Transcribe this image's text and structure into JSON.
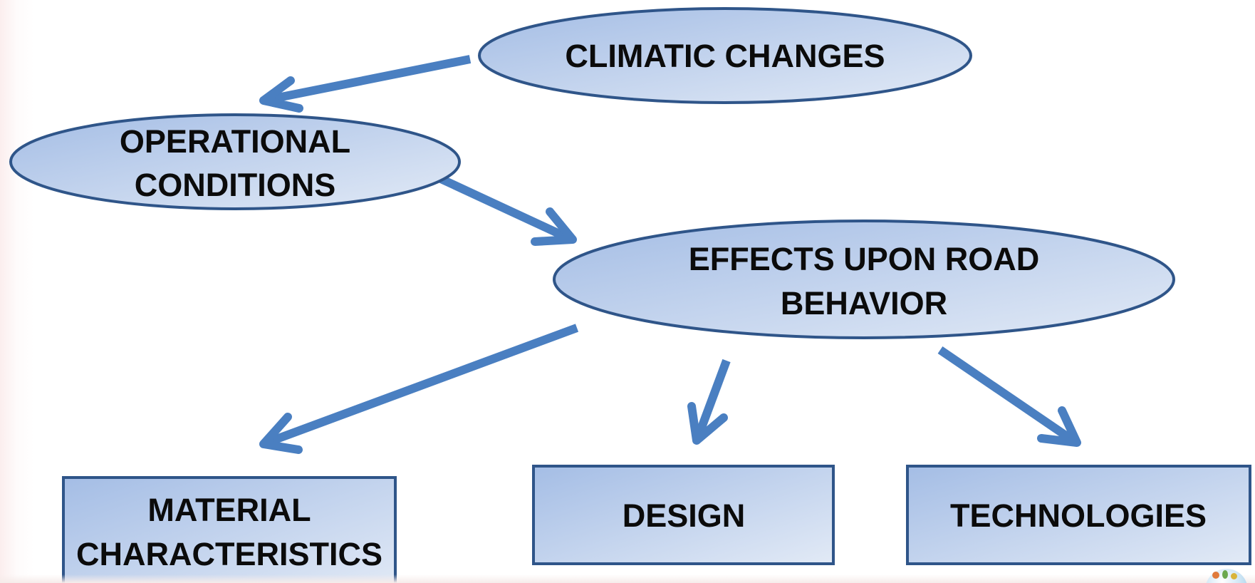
{
  "nodes": {
    "climatic": {
      "lines": [
        "CLIMATIC CHANGES"
      ]
    },
    "operational": {
      "lines": [
        "OPERATIONAL",
        "CONDITIONS"
      ]
    },
    "effects": {
      "lines": [
        "EFFECTS UPON ROAD",
        "BEHAVIOR"
      ]
    },
    "material": {
      "lines": [
        "MATERIAL",
        "CHARACTERISTICS"
      ]
    },
    "design": {
      "lines": [
        "DESIGN"
      ]
    },
    "technologies": {
      "lines": [
        "TECHNOLOGIES"
      ]
    }
  },
  "colors": {
    "shape_fill_dark": "#a4bde5",
    "shape_fill_light": "#e2eaf6",
    "shape_border": "#2f5589",
    "arrow": "#4a7fc1",
    "text": "#0b0b0b"
  },
  "logo": {
    "icon": "globe-logo-icon"
  }
}
